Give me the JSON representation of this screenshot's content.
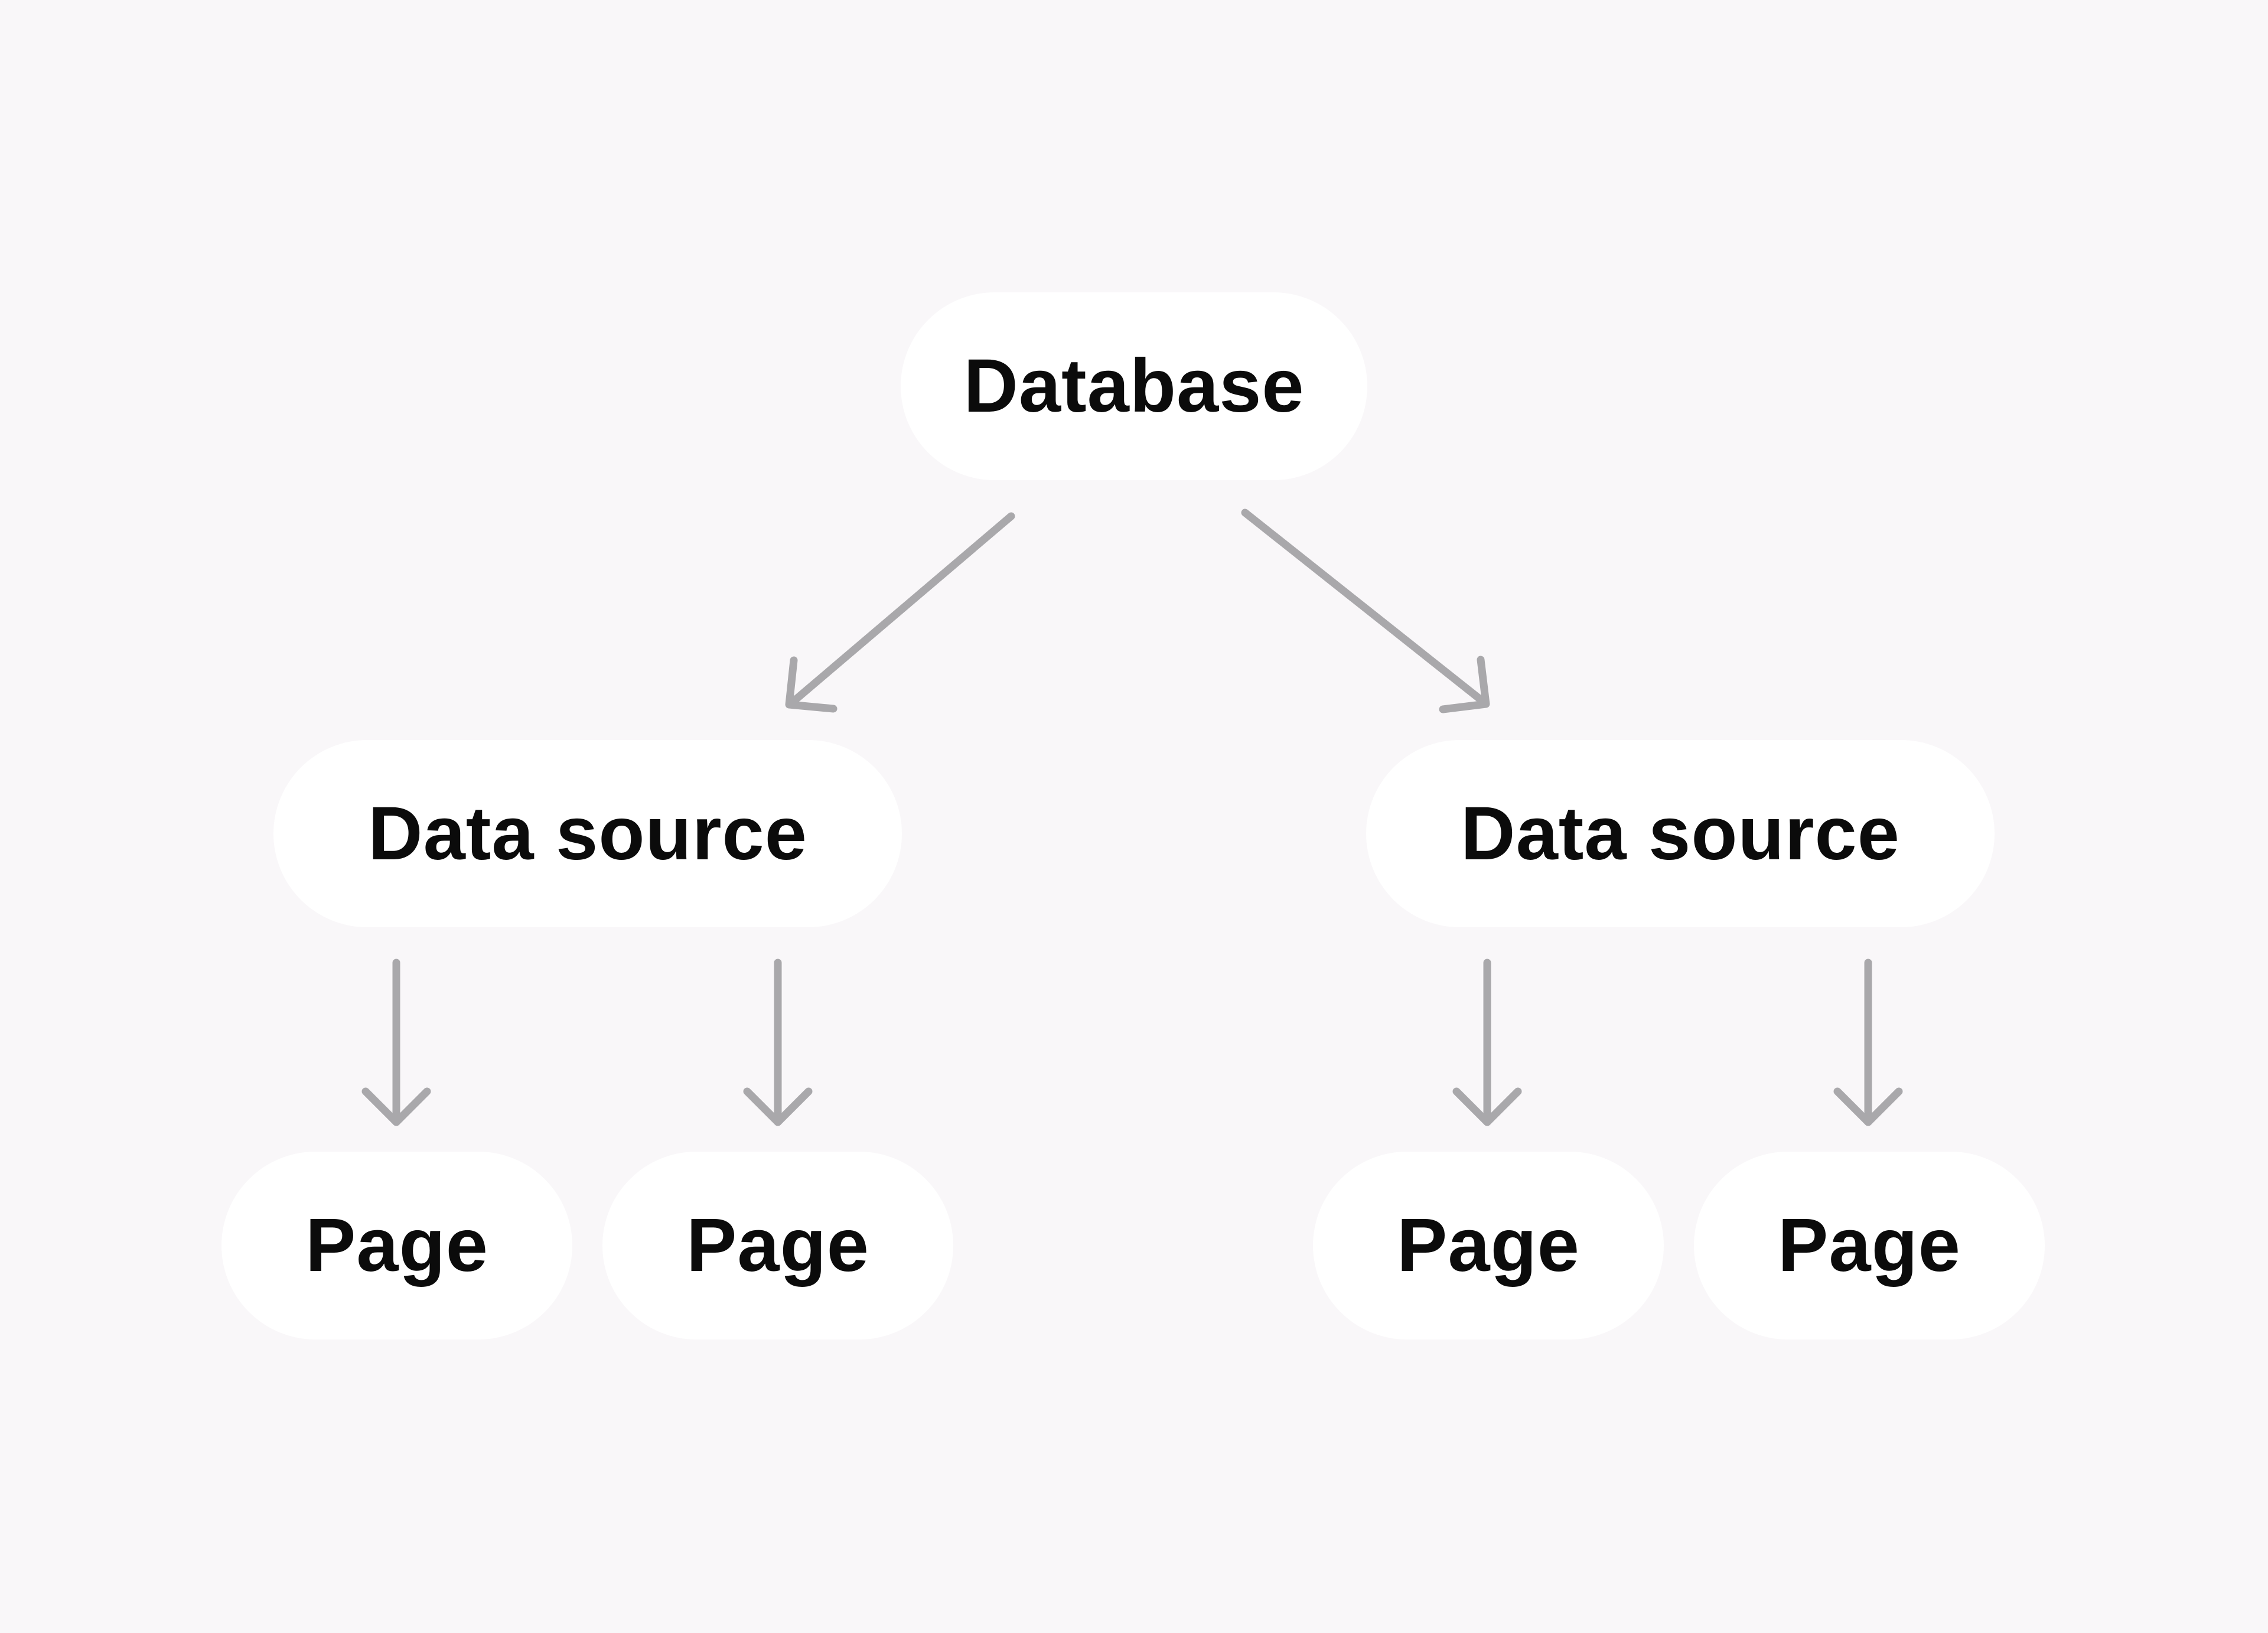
{
  "diagram": {
    "root": {
      "label": "Database"
    },
    "data_sources": [
      {
        "label": "Data source"
      },
      {
        "label": "Data source"
      }
    ],
    "pages": [
      {
        "label": "Page"
      },
      {
        "label": "Page"
      },
      {
        "label": "Page"
      },
      {
        "label": "Page"
      }
    ]
  },
  "colors": {
    "background": "#f9f7f9",
    "node_fill": "#ffffff",
    "node_text": "#0b0b0b",
    "arrow": "#a9a8ab"
  }
}
